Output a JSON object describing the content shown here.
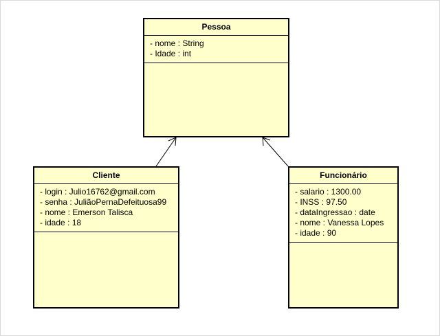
{
  "diagram": {
    "classes": {
      "pessoa": {
        "name": "Pessoa",
        "attributes": [
          "- nome : String",
          "- Idade : int"
        ]
      },
      "cliente": {
        "name": "Cliente",
        "attributes": [
          "- login : Julio16762@gmail.com",
          "- senha : JuliãoPernaDefeituosa99",
          "- nome : Emerson Talisca",
          "- idade : 18"
        ]
      },
      "funcionario": {
        "name": "Funcionário",
        "attributes": [
          "- salario : 1300.00",
          "- INSS : 97.50",
          "- dataIngressao : date",
          "- nome : Vanessa Lopes",
          "- idade : 90"
        ]
      }
    },
    "relations": [
      {
        "from": "Cliente",
        "to": "Pessoa",
        "type": "generalization"
      },
      {
        "from": "Funcionário",
        "to": "Pessoa",
        "type": "generalization"
      }
    ],
    "colors": {
      "class_fill": "#ffffcc",
      "border": "#000000",
      "background": "#ffffff"
    }
  }
}
